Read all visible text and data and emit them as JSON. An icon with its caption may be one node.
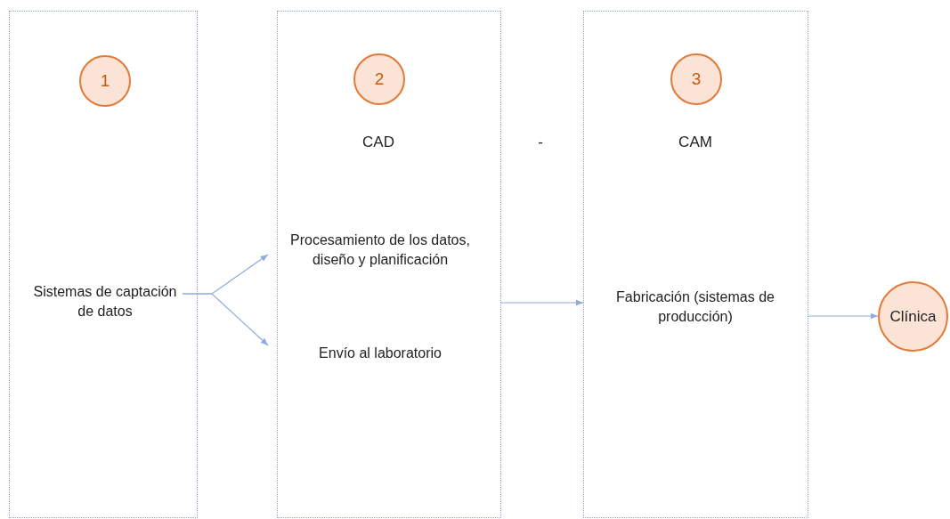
{
  "diagram": {
    "nodes": [
      {
        "text": [],
        "shape": "box"
      },
      {
        "text": [
          "1"
        ],
        "in": 0
      },
      {
        "text": [
          "Sistemas de captación de datos"
        ],
        "in": 0
      },
      {
        "text": [],
        "shape": "box"
      },
      {
        "text": [
          "2"
        ],
        "in": 3
      },
      {
        "text": [
          "Procesamiento de los datos, diseño y planificación"
        ],
        "in": 3
      },
      {
        "text": [
          "Envío al laboratorio"
        ],
        "in": 3
      },
      {
        "text": [],
        "shape": "box"
      },
      {
        "text": [
          "3"
        ],
        "in": 7
      },
      {
        "text": [
          "Fabricación (sistemas de producción)"
        ],
        "in": 7
      },
      {
        "text": [
          "Clínica"
        ]
      }
    ],
    "edges": [
      {
        "from": 2,
        "to": 5,
        "arrow": "to"
      },
      {
        "from": 2,
        "to": 6,
        "arrow": "to"
      },
      {
        "from": 3,
        "to": 7,
        "arrow": "to"
      },
      {
        "from": 7,
        "to": 10,
        "arrow": "to"
      }
    ],
    "labels": [
      "CAD",
      "-",
      "CAM"
    ]
  }
}
